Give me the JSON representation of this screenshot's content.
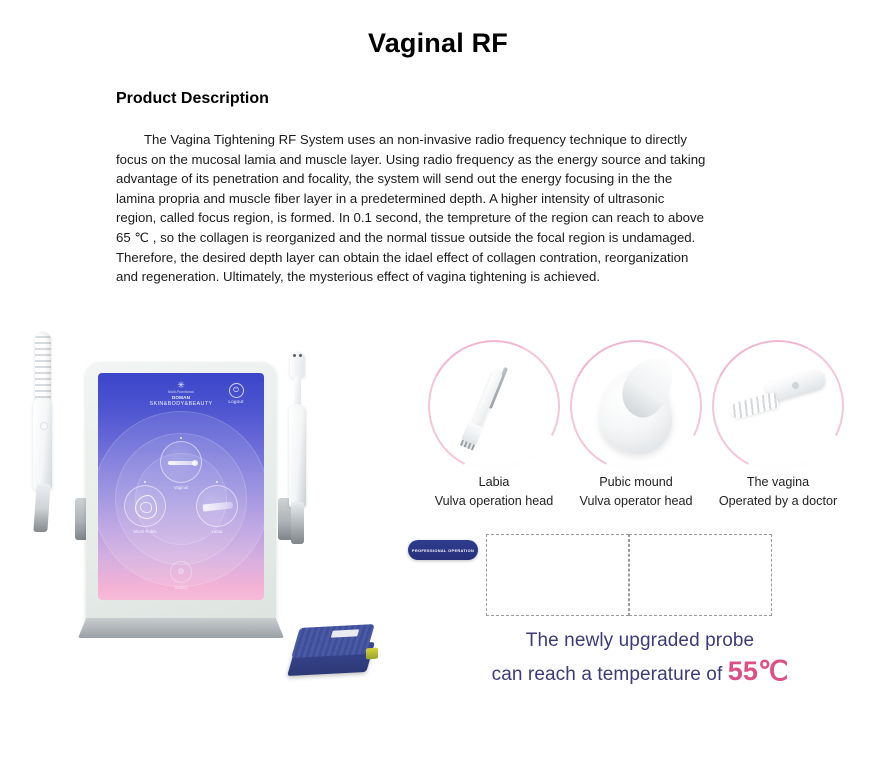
{
  "page": {
    "title": "Vaginal RF",
    "section_heading": "Product Description",
    "body_text": "The Vagina Tightening RF System uses an non-invasive radio frequency technique to directly focus on the mucosal lamia and muscle layer. Using radio frequency as the energy source and taking advantage of its penetration and focality, the system will send out the energy focusing in the the lamina propria and muscle fiber layer in a predetermined depth. A higher intensity of ultrasonic region, called focus region, is formed. In 0.1 second, the tempreture of the region can reach to above 65 ℃ , so the collagen is reorganized and the normal tissue outside the focal region is undamaged. Therefore, the desired depth layer can obtain the idael effect of collagen contration, reorganization and regeneration. Ultimately, the mysterious effect of vagina tightening is achieved."
  },
  "device_screen": {
    "logo_mark": "✳",
    "logo_sub": "Multi-Functional",
    "logo_name": "DOMAN",
    "logo_name2": "SKIN&BODY&BEAUTY",
    "logout_icon": "⏻",
    "logout_label": "Logout",
    "modes": [
      {
        "label": "Vaginal",
        "icon": "wand-icon"
      },
      {
        "label": "Mons Pubis",
        "icon": "drop-icon"
      },
      {
        "label": "Labia",
        "icon": "probe-icon"
      }
    ],
    "setting_icon": "⚙",
    "setting_label": "Setting"
  },
  "gallery": {
    "items": [
      {
        "title": "Labia",
        "subtitle": "Vulva operation head",
        "image": "labia-probe-photo"
      },
      {
        "title": "Pubic mound",
        "subtitle": "Vulva operator head",
        "image": "pubic-mound-probe-photo"
      },
      {
        "title": "The vagina",
        "subtitle": "Operated by a doctor",
        "image": "vaginal-probe-photo"
      }
    ]
  },
  "badge": {
    "label": "PROFESSIONAL OPERATION"
  },
  "tagline": {
    "line1": "The newly upgraded probe",
    "line2_prefix": "can reach a temperature of ",
    "line2_value": "55℃"
  },
  "colors": {
    "accent_pink": "#de4f88",
    "tagline_navy": "#3d3a7a",
    "badge_blue": "#2f3d8f",
    "arc_pink": "#f1b7d2",
    "pedal_blue": "#3a4892"
  }
}
